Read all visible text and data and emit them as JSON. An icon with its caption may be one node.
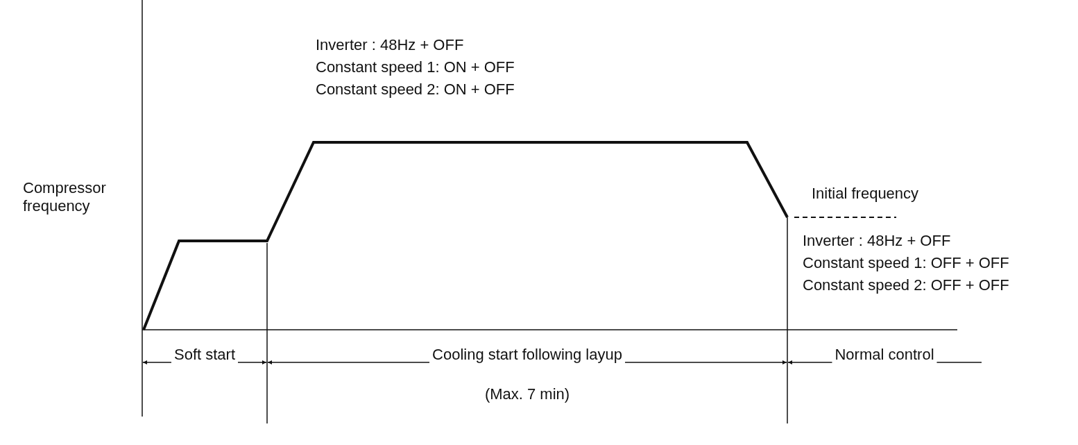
{
  "diagram": {
    "labels": [
      "Inverter : 48Hz + OFF",
      "Constant speed 1: ON + OFF",
      "Constant speed 2: ON + OFF",
      "Compressor frequency",
      "Initial frequency",
      "Inverter : 48Hz + OFF",
      "Constant speed 1: OFF + OFF",
      "Constant speed 2: OFF + OFF",
      "Soft start",
      "Cooling start following layup",
      "Normal control",
      "(Max. 7 min)"
    ]
  }
}
